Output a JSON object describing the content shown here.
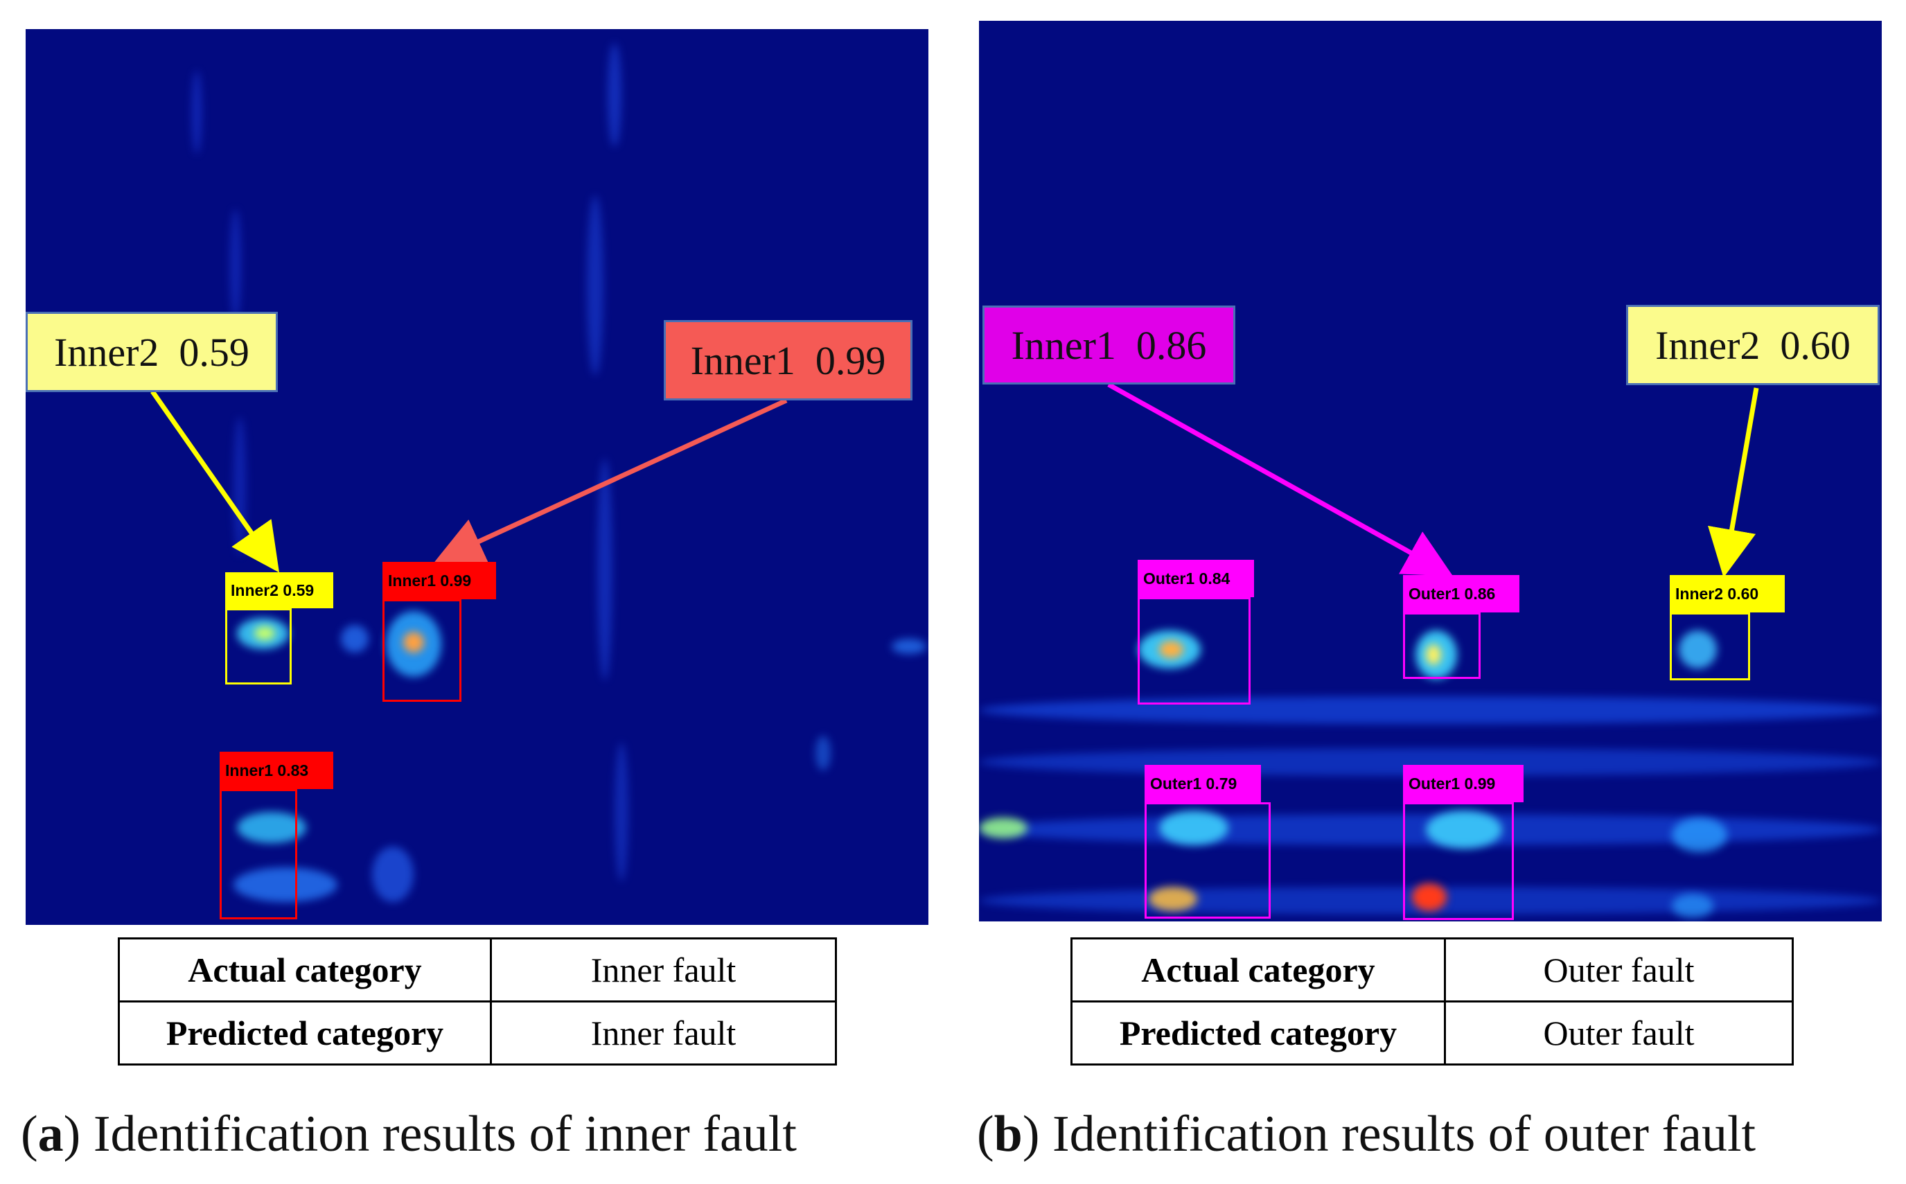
{
  "panels": [
    {
      "id": "a",
      "callouts": [
        {
          "text": "Inner2  0.59",
          "color": "#fbfb8c"
        },
        {
          "text": "Inner1  0.99",
          "color": "#f55a55"
        }
      ],
      "detections": [
        {
          "label": "Inner2 0.59",
          "color": "#ffff00"
        },
        {
          "label": "Inner1 0.99",
          "color": "#ff0000"
        },
        {
          "label": "Inner1 0.83",
          "color": "#ff0000"
        }
      ],
      "table": {
        "actual_label": "Actual category",
        "actual_value": "Inner fault",
        "predicted_label": "Predicted category",
        "predicted_value": "Inner fault"
      },
      "caption": {
        "letter": "a",
        "text": "Identification results of inner fault"
      }
    },
    {
      "id": "b",
      "callouts": [
        {
          "text": "Inner1  0.86",
          "color": "#e000e8"
        },
        {
          "text": "Inner2  0.60",
          "color": "#fbfb8c"
        }
      ],
      "detections": [
        {
          "label": "Outer1 0.84",
          "color": "#ff00ff"
        },
        {
          "label": "Outer1 0.86",
          "color": "#ff00ff"
        },
        {
          "label": "Inner2 0.60",
          "color": "#ffff00"
        },
        {
          "label": "Outer1 0.79",
          "color": "#ff00ff"
        },
        {
          "label": "Outer1 0.99",
          "color": "#ff00ff"
        }
      ],
      "table": {
        "actual_label": "Actual category",
        "actual_value": "Outer fault",
        "predicted_label": "Predicted category",
        "predicted_value": "Outer fault"
      },
      "caption": {
        "letter": "b",
        "text": "Identification results of outer fault"
      }
    }
  ],
  "colors": {
    "background": "#020a80",
    "arrow_yellow": "#ffff00",
    "arrow_red": "#f55a55",
    "arrow_magenta": "#ff00ff"
  }
}
